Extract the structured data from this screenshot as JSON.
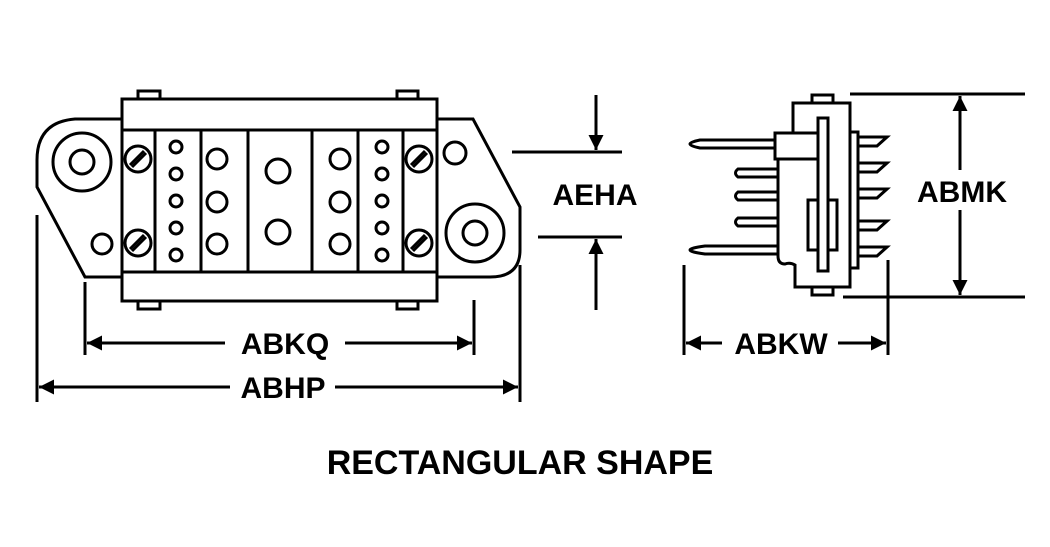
{
  "dimensions": {
    "aeha": "AEHA",
    "abkq": "ABKQ",
    "abhp": "ABHP",
    "abkw": "ABKW",
    "abmk": "ABMK"
  },
  "title": "RECTANGULAR SHAPE"
}
